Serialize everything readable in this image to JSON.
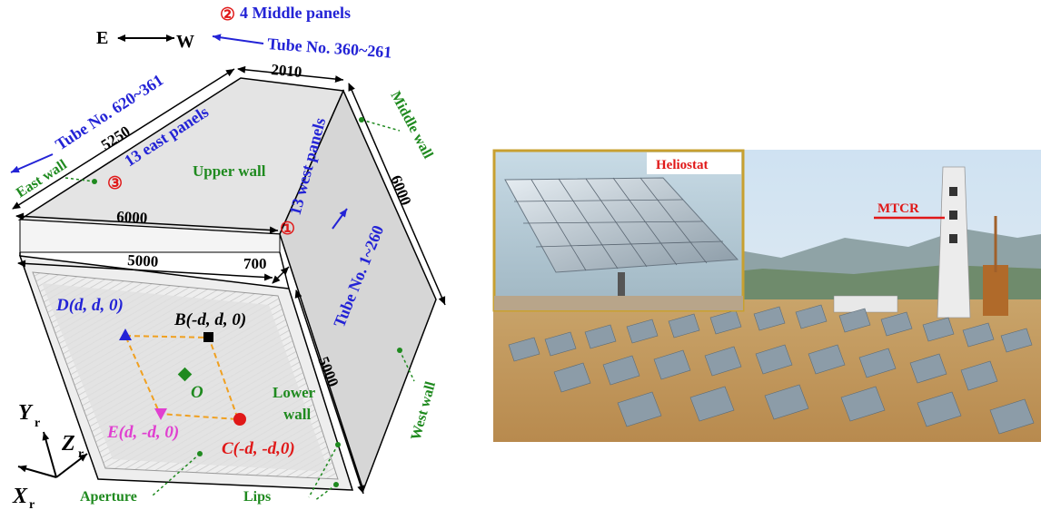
{
  "left_figure": {
    "orientation": {
      "east": "E",
      "west": "W"
    },
    "middle_panels": {
      "number": "②",
      "label": "4 Middle panels",
      "tubes": "Tube No. 360~261"
    },
    "east_panels": {
      "number": "③",
      "label": "13 east panels",
      "tubes": "Tube No. 620~361"
    },
    "west_panels": {
      "number": "①",
      "label": "13 west panels",
      "tubes": "Tube No. 1~260"
    },
    "dimensions": {
      "top_width": "2010",
      "diag_length": "5250",
      "upper_depth": "6000",
      "right_depth": "6000",
      "aperture_width": "5000",
      "lip": "700",
      "aperture_height": "5000"
    },
    "walls": {
      "east": "East wall",
      "upper": "Upper wall",
      "middle": "Middle wall",
      "west": "West wall",
      "lower": "Lower",
      "lower2": "wall",
      "aperture": "Aperture",
      "lips": "Lips"
    },
    "points": {
      "D": "D(d, d, 0)",
      "B": "B(-d, d, 0)",
      "O": "O",
      "E": "E(d, -d, 0)",
      "C": "C(-d, -d,0)"
    },
    "axes": {
      "y": "Y",
      "z": "Z",
      "x": "X",
      "subscript": "r"
    },
    "colors": {
      "tube_text": "#2323d6",
      "wall_text": "#1f8a1f",
      "panel_number": "#e01818",
      "point_C": "#e01818",
      "point_E": "#e040d0",
      "point_D": "#2323d6",
      "point_O": "#1f8a1f",
      "dashed_square": "#f0a020"
    }
  },
  "photo": {
    "inset_label": "Heliostat",
    "tower_label": "MTCR"
  }
}
